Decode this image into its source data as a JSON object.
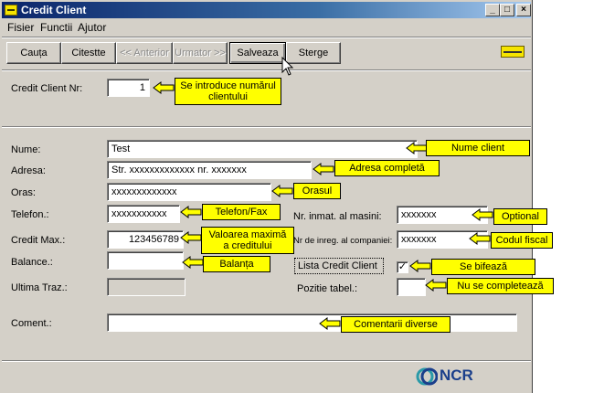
{
  "window": {
    "title": "Credit Client"
  },
  "titlebar_buttons": {
    "minimize": "_",
    "maximize": "□",
    "close": "×"
  },
  "menu": [
    "Fisier",
    "Functii",
    "Ajutor"
  ],
  "toolbar": {
    "cauta": "Cauța",
    "citeste": "Citestte",
    "anterior": "<< Anterior",
    "urmator": "Urmator >>",
    "salveaza": "Salveaza",
    "sterge": "Sterge"
  },
  "form": {
    "credit_client_nr": {
      "label": "Credit Client Nr:",
      "value": "1"
    },
    "nume": {
      "label": "Nume:",
      "value": "Test"
    },
    "adresa": {
      "label": "Adresa:",
      "value": "Str. xxxxxxxxxxxxx nr. xxxxxxx"
    },
    "oras": {
      "label": "Oras:",
      "value": "xxxxxxxxxxxxx"
    },
    "telefon": {
      "label": "Telefon.:",
      "value": "xxxxxxxxxxx"
    },
    "credit_max": {
      "label": "Credit Max.:",
      "value": "123456789"
    },
    "balance": {
      "label": "Balance.:",
      "value": ""
    },
    "ultima_traz": {
      "label": "Ultima Traz.:",
      "value": ""
    },
    "coment": {
      "label": "Coment.:",
      "value": ""
    },
    "nr_inmat": {
      "label": "Nr. inmat. al masini:",
      "value": "xxxxxxx"
    },
    "nr_inreg": {
      "label": "Nr de inreg. al companiei:",
      "value": "xxxxxxx"
    },
    "lista_credit_client": {
      "label": "Lista Credit Client",
      "checked": "✓"
    },
    "pozitie_tabel": {
      "label": "Pozitie tabel.:",
      "value": ""
    }
  },
  "callouts": {
    "nr_client": "Se introduce numărul clientului",
    "nume": "Nume client",
    "adresa": "Adresa completă",
    "oras": "Orasul",
    "telefon": "Telefon/Fax",
    "optional": "Optional",
    "credit": "Valoarea maximă a creditului",
    "fiscal": "Codul fiscal",
    "balanta": "Balanța",
    "bifeaza": "Se bifează",
    "nu_completeaza": "Nu se completează",
    "comentarii": "Comentarii diverse"
  },
  "logo": {
    "text": "NCR"
  },
  "colors": {
    "window_bg": "#d4d0c8",
    "title_start": "#0a246a",
    "callout": "#ffff00",
    "logo": "#1b3f8b"
  }
}
